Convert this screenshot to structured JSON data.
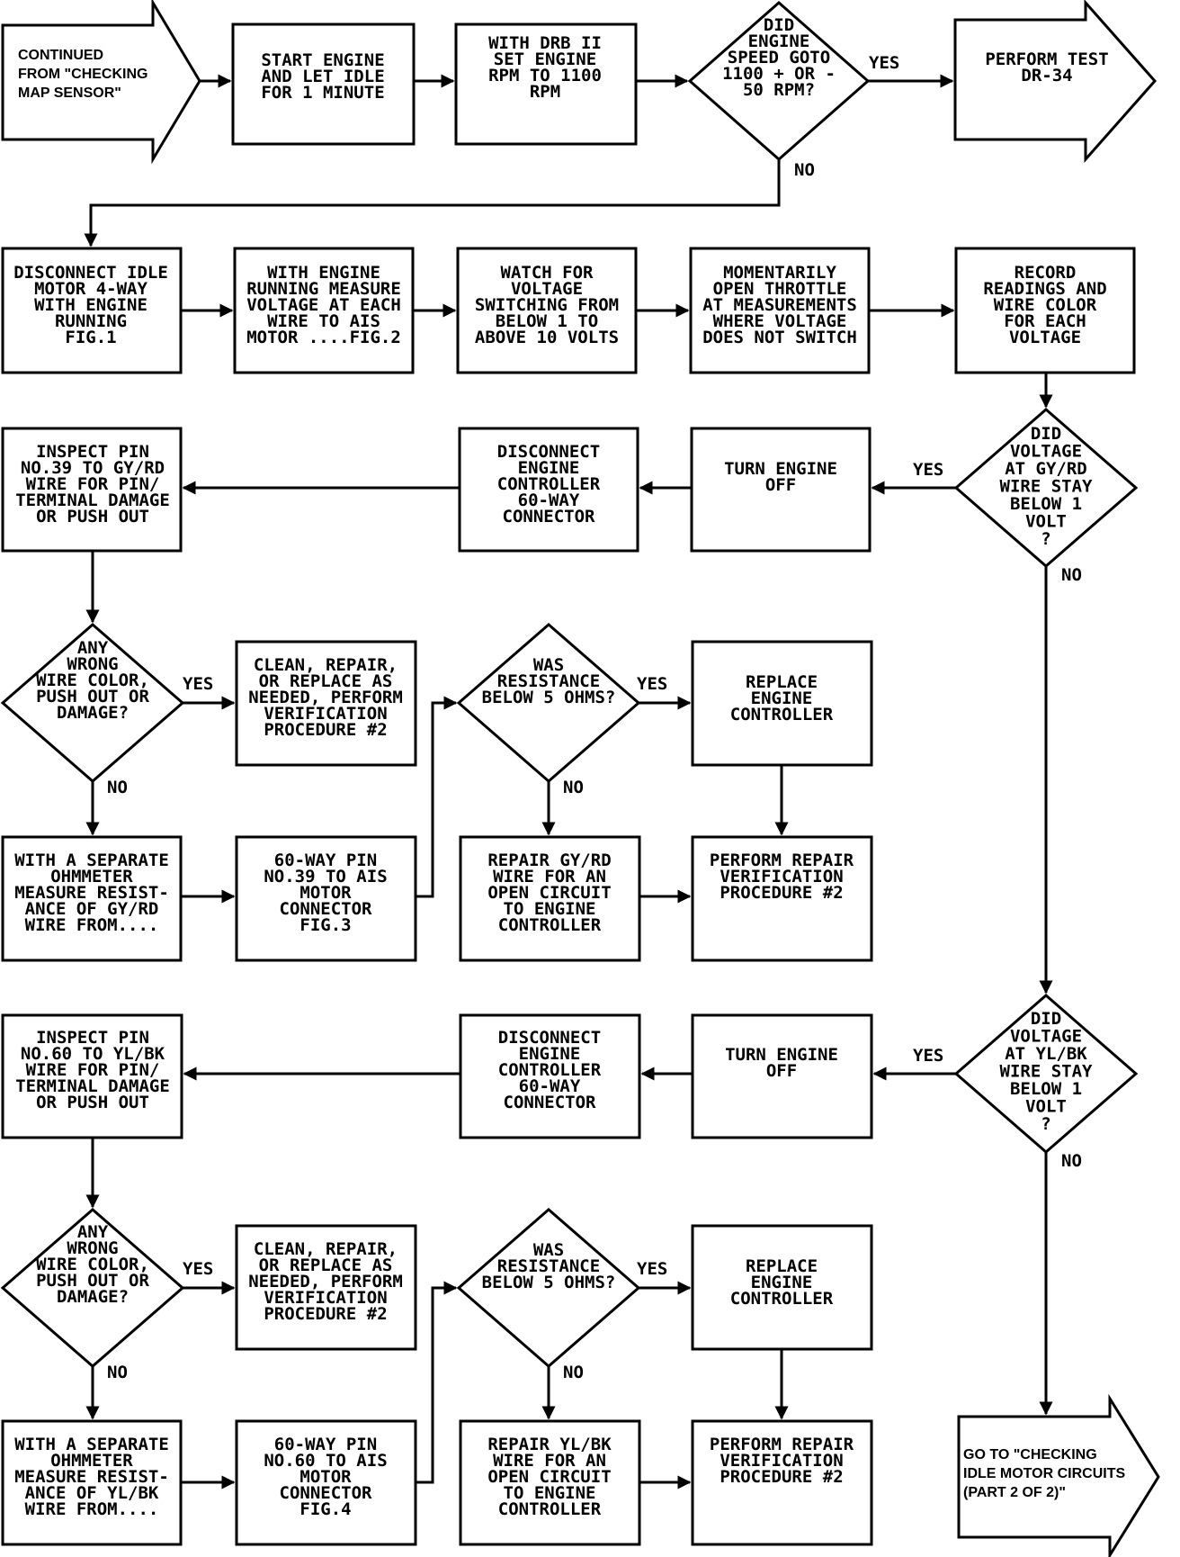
{
  "nodes": [
    {
      "id": "n_continued",
      "lines": [
        "CONTINUED",
        "FROM \"CHECKING",
        "MAP SENSOR\""
      ]
    },
    {
      "id": "n_start",
      "lines": [
        "START ENGINE",
        "AND LET IDLE",
        "FOR 1 MINUTE"
      ]
    },
    {
      "id": "n_drb",
      "lines": [
        "WITH DRB II",
        "SET ENGINE",
        "RPM TO 1100",
        "RPM"
      ]
    },
    {
      "id": "d_speed",
      "lines": [
        "DID",
        "ENGINE",
        "SPEED GOTO",
        "1100 + OR -",
        "50 RPM?"
      ]
    },
    {
      "id": "n_dr34",
      "lines": [
        "PERFORM TEST",
        "DR-34"
      ]
    },
    {
      "id": "n_disconnect_idle",
      "lines": [
        "DISCONNECT IDLE",
        "MOTOR 4-WAY",
        "WITH ENGINE",
        "RUNNING",
        "FIG.1"
      ]
    },
    {
      "id": "n_measure_voltage",
      "lines": [
        "WITH ENGINE",
        "RUNNING MEASURE",
        "VOLTAGE AT EACH",
        "WIRE TO AIS",
        "MOTOR ....FIG.2"
      ]
    },
    {
      "id": "n_watch",
      "lines": [
        "WATCH FOR",
        "VOLTAGE",
        "SWITCHING FROM",
        "BELOW 1 TO",
        "ABOVE 10 VOLTS"
      ]
    },
    {
      "id": "n_throttle",
      "lines": [
        "MOMENTARILY",
        "OPEN THROTTLE",
        "AT MEASUREMENTS",
        "WHERE VOLTAGE",
        "DOES NOT SWITCH"
      ]
    },
    {
      "id": "n_record",
      "lines": [
        "RECORD",
        "READINGS AND",
        "WIRE COLOR",
        "FOR EACH",
        "VOLTAGE"
      ]
    },
    {
      "id": "d_gyrd",
      "lines": [
        "DID",
        "VOLTAGE",
        "AT GY/RD",
        "WIRE STAY",
        "BELOW 1",
        "VOLT",
        "?"
      ]
    },
    {
      "id": "n_turnoff_1",
      "lines": [
        "TURN ENGINE",
        "OFF"
      ]
    },
    {
      "id": "n_disc60_1",
      "lines": [
        "DISCONNECT",
        "ENGINE",
        "CONTROLLER",
        "60-WAY",
        "CONNECTOR"
      ]
    },
    {
      "id": "n_inspect39",
      "lines": [
        "INSPECT PIN",
        "NO.39 TO GY/RD",
        "WIRE FOR PIN/",
        "TERMINAL DAMAGE",
        "OR PUSH OUT"
      ]
    },
    {
      "id": "d_wrong_1",
      "lines": [
        "ANY",
        "WRONG",
        "WIRE COLOR,",
        "PUSH OUT OR",
        "DAMAGE?"
      ]
    },
    {
      "id": "n_clean_1",
      "lines": [
        "CLEAN, REPAIR,",
        "OR REPLACE AS",
        "NEEDED, PERFORM",
        "VERIFICATION",
        "PROCEDURE #2"
      ]
    },
    {
      "id": "d_res_1",
      "lines": [
        "WAS",
        "RESISTANCE",
        "BELOW 5 OHMS?"
      ]
    },
    {
      "id": "n_replace_1",
      "lines": [
        "REPLACE",
        "ENGINE",
        "CONTROLLER"
      ]
    },
    {
      "id": "n_ohm_1",
      "lines": [
        "WITH A SEPARATE",
        "OHMMETER",
        "MEASURE RESIST-",
        "ANCE OF GY/RD",
        "WIRE FROM...."
      ]
    },
    {
      "id": "n_pin39",
      "lines": [
        "60-WAY PIN",
        "NO.39 TO AIS",
        "MOTOR",
        "CONNECTOR",
        "FIG.3"
      ]
    },
    {
      "id": "n_repair_gyrd",
      "lines": [
        "REPAIR GY/RD",
        "WIRE FOR AN",
        "OPEN CIRCUIT",
        "TO ENGINE",
        "CONTROLLER"
      ]
    },
    {
      "id": "n_verify_1",
      "lines": [
        "PERFORM REPAIR",
        "VERIFICATION",
        "PROCEDURE #2"
      ]
    },
    {
      "id": "n_inspect60",
      "lines": [
        "INSPECT PIN",
        "NO.60 TO YL/BK",
        "WIRE FOR PIN/",
        "TERMINAL DAMAGE",
        "OR PUSH OUT"
      ]
    },
    {
      "id": "n_disc60_2",
      "lines": [
        "DISCONNECT",
        "ENGINE",
        "CONTROLLER",
        "60-WAY",
        "CONNECTOR"
      ]
    },
    {
      "id": "n_turnoff_2",
      "lines": [
        "TURN ENGINE",
        "OFF"
      ]
    },
    {
      "id": "d_ylbk",
      "lines": [
        "DID",
        "VOLTAGE",
        "AT YL/BK",
        "WIRE STAY",
        "BELOW 1",
        "VOLT",
        "?"
      ]
    },
    {
      "id": "d_wrong_2",
      "lines": [
        "ANY",
        "WRONG",
        "WIRE COLOR,",
        "PUSH OUT OR",
        "DAMAGE?"
      ]
    },
    {
      "id": "n_clean_2",
      "lines": [
        "CLEAN, REPAIR,",
        "OR REPLACE AS",
        "NEEDED, PERFORM",
        "VERIFICATION",
        "PROCEDURE #2"
      ]
    },
    {
      "id": "d_res_2",
      "lines": [
        "WAS",
        "RESISTANCE",
        "BELOW 5 OHMS?"
      ]
    },
    {
      "id": "n_replace_2",
      "lines": [
        "REPLACE",
        "ENGINE",
        "CONTROLLER"
      ]
    },
    {
      "id": "n_ohm_2",
      "lines": [
        "WITH A SEPARATE",
        "OHMMETER",
        "MEASURE RESIST-",
        "ANCE OF YL/BK",
        "WIRE FROM...."
      ]
    },
    {
      "id": "n_pin60",
      "lines": [
        "60-WAY PIN",
        "NO.60 TO AIS",
        "MOTOR",
        "CONNECTOR",
        "FIG.4"
      ]
    },
    {
      "id": "n_repair_ylbk",
      "lines": [
        "REPAIR YL/BK",
        "WIRE FOR AN",
        "OPEN CIRCUIT",
        "TO ENGINE",
        "CONTROLLER"
      ]
    },
    {
      "id": "n_verify_2",
      "lines": [
        "PERFORM REPAIR",
        "VERIFICATION",
        "PROCEDURE #2"
      ]
    },
    {
      "id": "n_goto",
      "lines": [
        "GO TO \"CHECKING",
        "IDLE MOTOR CIRCUITS",
        "(PART 2 OF 2)\""
      ]
    }
  ],
  "edge_labels": {
    "speed_yes": "YES",
    "speed_no": "NO",
    "gyrd_yes": "YES",
    "gyrd_no": "NO",
    "wrong1_yes": "YES",
    "wrong1_no": "NO",
    "res1_yes": "YES",
    "res1_no": "NO",
    "ylbk_yes": "YES",
    "ylbk_no": "NO",
    "wrong2_yes": "YES",
    "wrong2_no": "NO",
    "res2_yes": "YES",
    "res2_no": "NO"
  }
}
